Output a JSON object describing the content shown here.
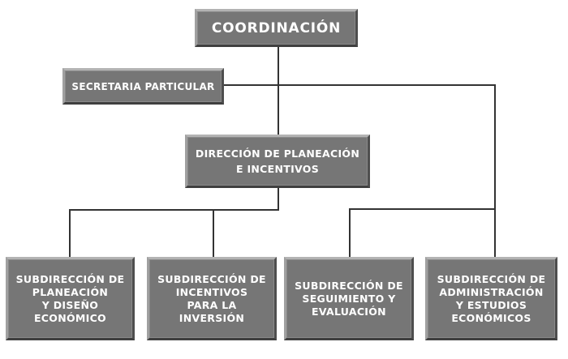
{
  "org_chart": {
    "coordination": {
      "label": "COORDINACIÓN"
    },
    "private_secretary": {
      "label": "SECRETARIA PARTICULAR"
    },
    "planning_direction": {
      "label": "DIRECCIÓN DE PLANEACIÓN\nE INCENTIVOS"
    },
    "subdirections": [
      {
        "label": "SUBDIRECCIÓN DE\nPLANEACIÓN\nY DISEÑO\nECONÓMICO"
      },
      {
        "label": "SUBDIRECCIÓN DE\nINCENTIVOS\nPARA LA\nINVERSIÓN"
      },
      {
        "label": "SUBDIRECCIÓN DE\nSEGUIMIENTO Y\nEVALUACIÓN"
      },
      {
        "label": "SUBDIRECCIÓN DE\nADMINISTRACIÓN\nY ESTUDIOS\nECONÓMICOS"
      }
    ]
  },
  "colors": {
    "box_fill": "#767676",
    "box_text": "#ffffff",
    "connector": "#333333"
  }
}
